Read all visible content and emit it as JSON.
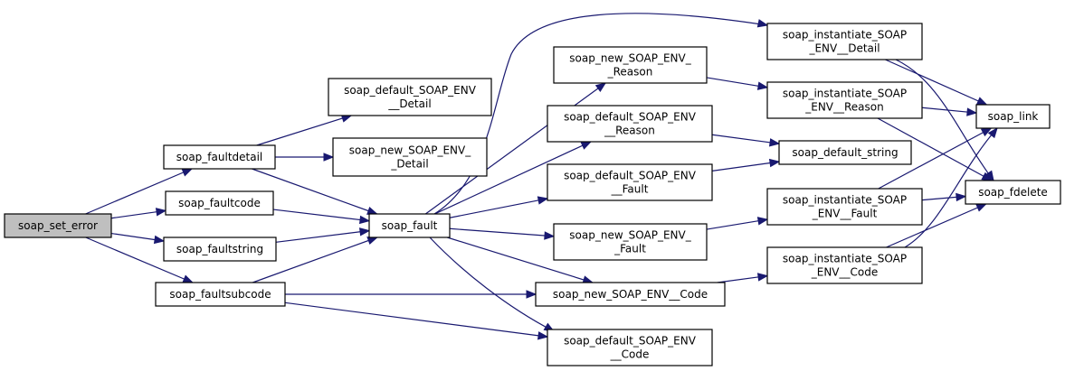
{
  "diagram": {
    "type": "call-graph",
    "root": "soap_set_error",
    "edge_color": "#191970",
    "root_fill": "#bfbfbf",
    "nodes": [
      {
        "id": "soap_set_error",
        "lines": [
          "soap_set_error"
        ],
        "root": true
      },
      {
        "id": "soap_faultdetail",
        "lines": [
          "soap_faultdetail"
        ]
      },
      {
        "id": "soap_faultcode",
        "lines": [
          "soap_faultcode"
        ]
      },
      {
        "id": "soap_faultstring",
        "lines": [
          "soap_faultstring"
        ]
      },
      {
        "id": "soap_faultsubcode",
        "lines": [
          "soap_faultsubcode"
        ]
      },
      {
        "id": "soap_default_SOAP_ENV__Detail",
        "lines": [
          "soap_default_SOAP_ENV",
          "__Detail"
        ]
      },
      {
        "id": "soap_new_SOAP_ENV__Detail",
        "lines": [
          "soap_new_SOAP_ENV_",
          "_Detail"
        ]
      },
      {
        "id": "soap_fault",
        "lines": [
          "soap_fault"
        ]
      },
      {
        "id": "soap_new_SOAP_ENV__Reason",
        "lines": [
          "soap_new_SOAP_ENV_",
          "_Reason"
        ]
      },
      {
        "id": "soap_default_SOAP_ENV__Reason",
        "lines": [
          "soap_default_SOAP_ENV",
          "__Reason"
        ]
      },
      {
        "id": "soap_default_SOAP_ENV__Fault",
        "lines": [
          "soap_default_SOAP_ENV",
          "__Fault"
        ]
      },
      {
        "id": "soap_new_SOAP_ENV__Fault",
        "lines": [
          "soap_new_SOAP_ENV_",
          "_Fault"
        ]
      },
      {
        "id": "soap_new_SOAP_ENV__Code",
        "lines": [
          "soap_new_SOAP_ENV__Code"
        ]
      },
      {
        "id": "soap_default_SOAP_ENV__Code",
        "lines": [
          "soap_default_SOAP_ENV",
          "__Code"
        ]
      },
      {
        "id": "soap_instantiate_SOAP_ENV__Detail",
        "lines": [
          "soap_instantiate_SOAP",
          "_ENV__Detail"
        ]
      },
      {
        "id": "soap_instantiate_SOAP_ENV__Reason",
        "lines": [
          "soap_instantiate_SOAP",
          "_ENV__Reason"
        ]
      },
      {
        "id": "soap_default_string",
        "lines": [
          "soap_default_string"
        ]
      },
      {
        "id": "soap_instantiate_SOAP_ENV__Fault",
        "lines": [
          "soap_instantiate_SOAP",
          "_ENV__Fault"
        ]
      },
      {
        "id": "soap_instantiate_SOAP_ENV__Code",
        "lines": [
          "soap_instantiate_SOAP",
          "_ENV__Code"
        ]
      },
      {
        "id": "soap_link",
        "lines": [
          "soap_link"
        ]
      },
      {
        "id": "soap_fdelete",
        "lines": [
          "soap_fdelete"
        ]
      }
    ],
    "edges": [
      [
        "soap_set_error",
        "soap_faultdetail"
      ],
      [
        "soap_set_error",
        "soap_faultcode"
      ],
      [
        "soap_set_error",
        "soap_faultstring"
      ],
      [
        "soap_set_error",
        "soap_faultsubcode"
      ],
      [
        "soap_faultdetail",
        "soap_default_SOAP_ENV__Detail"
      ],
      [
        "soap_faultdetail",
        "soap_new_SOAP_ENV__Detail"
      ],
      [
        "soap_faultdetail",
        "soap_fault"
      ],
      [
        "soap_faultcode",
        "soap_fault"
      ],
      [
        "soap_faultstring",
        "soap_fault"
      ],
      [
        "soap_faultsubcode",
        "soap_fault"
      ],
      [
        "soap_faultsubcode",
        "soap_new_SOAP_ENV__Code"
      ],
      [
        "soap_faultsubcode",
        "soap_default_SOAP_ENV__Code"
      ],
      [
        "soap_fault",
        "soap_instantiate_SOAP_ENV__Detail"
      ],
      [
        "soap_fault",
        "soap_new_SOAP_ENV__Reason"
      ],
      [
        "soap_fault",
        "soap_default_SOAP_ENV__Reason"
      ],
      [
        "soap_fault",
        "soap_default_SOAP_ENV__Fault"
      ],
      [
        "soap_fault",
        "soap_new_SOAP_ENV__Fault"
      ],
      [
        "soap_fault",
        "soap_new_SOAP_ENV__Code"
      ],
      [
        "soap_fault",
        "soap_default_SOAP_ENV__Code"
      ],
      [
        "soap_new_SOAP_ENV__Reason",
        "soap_instantiate_SOAP_ENV__Reason"
      ],
      [
        "soap_default_SOAP_ENV__Reason",
        "soap_default_string"
      ],
      [
        "soap_default_SOAP_ENV__Fault",
        "soap_default_string"
      ],
      [
        "soap_new_SOAP_ENV__Fault",
        "soap_instantiate_SOAP_ENV__Fault"
      ],
      [
        "soap_new_SOAP_ENV__Code",
        "soap_instantiate_SOAP_ENV__Code"
      ],
      [
        "soap_instantiate_SOAP_ENV__Detail",
        "soap_link"
      ],
      [
        "soap_instantiate_SOAP_ENV__Detail",
        "soap_fdelete"
      ],
      [
        "soap_instantiate_SOAP_ENV__Reason",
        "soap_link"
      ],
      [
        "soap_instantiate_SOAP_ENV__Reason",
        "soap_fdelete"
      ],
      [
        "soap_instantiate_SOAP_ENV__Fault",
        "soap_link"
      ],
      [
        "soap_instantiate_SOAP_ENV__Fault",
        "soap_fdelete"
      ],
      [
        "soap_instantiate_SOAP_ENV__Code",
        "soap_link"
      ],
      [
        "soap_instantiate_SOAP_ENV__Code",
        "soap_fdelete"
      ]
    ]
  }
}
